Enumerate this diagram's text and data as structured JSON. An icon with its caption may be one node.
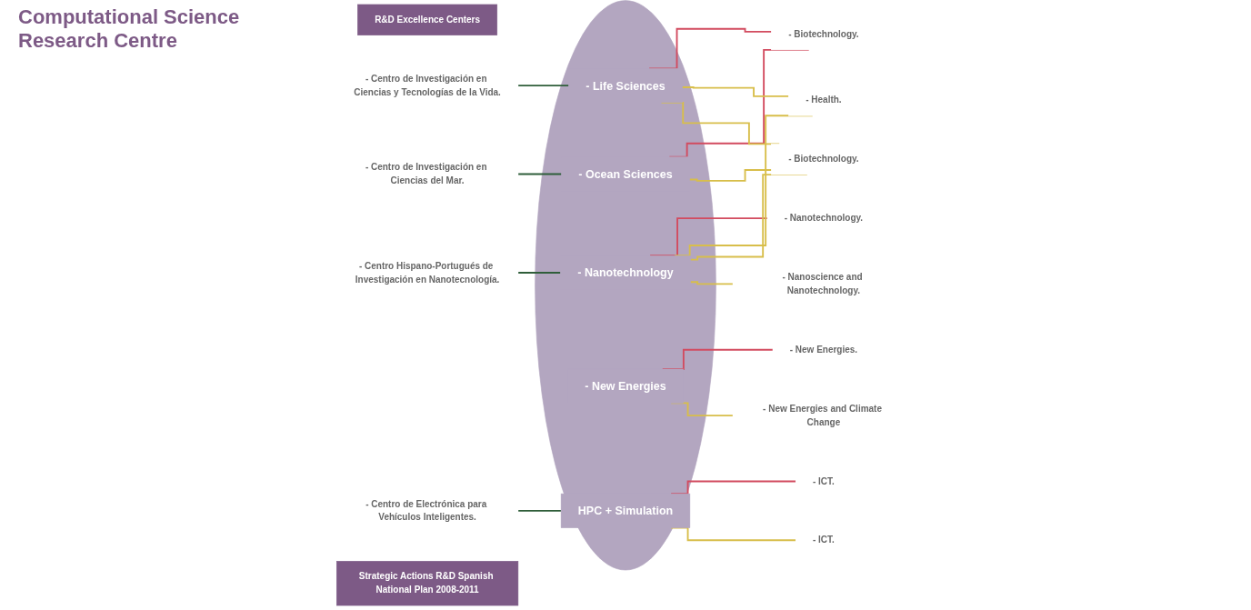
{
  "diagram": {
    "title": "Computational Science Research Centre",
    "nodes": [
      {
        "text": [],
        "shape": "circle"
      },
      {
        "text": [
          "- Life Sciences"
        ],
        "in": 0
      },
      {
        "text": [
          "- Nanotechnology"
        ],
        "in": 0
      },
      {
        "text": [
          "- Ocean Sciences"
        ],
        "in": 0
      },
      {
        "text": [
          "- New Energies"
        ],
        "in": 0
      },
      {
        "text": [
          "HPC + Simulation"
        ],
        "in": 0
      },
      {
        "text": [
          "R&D Excellence Centers"
        ]
      },
      {
        "text": [
          "- Centro de Investigación en Ciencias del Mar."
        ]
      },
      {
        "text": [
          "- Centro de Investigación en Ciencias y Tecnologías de la Vida."
        ]
      },
      {
        "text": [
          "- Centro de Electrónica para Vehículos Inteligentes."
        ]
      },
      {
        "text": [
          "- Centro Hispano-Portugués de Investigación en Nanotecnología."
        ]
      },
      {
        "text": [
          "- Biotechnology."
        ]
      },
      {
        "text": [
          "- Nanotechnology."
        ]
      },
      {
        "text": [
          "- ICT."
        ]
      },
      {
        "text": [
          "- New Energies."
        ]
      },
      {
        "text": [
          "Strategic Actions R&D Spanish National Plan 2008-2011"
        ]
      },
      {
        "text": [
          "- Health."
        ]
      },
      {
        "text": [
          "- Biotechnology."
        ]
      },
      {
        "text": [
          "- New Energies and Climate Change"
        ]
      },
      {
        "text": [
          "- ICT."
        ]
      },
      {
        "text": [
          "- Nanoscience and Nanotechnology."
        ]
      }
    ],
    "edges": [
      {
        "from": 8,
        "to": 1,
        "arrow": "none",
        "color": "#2f5e3a"
      },
      {
        "from": 10,
        "to": 2,
        "arrow": "none",
        "color": "#2f5e3a"
      },
      {
        "from": 7,
        "to": 3,
        "arrow": "none",
        "color": "#2f5e3a"
      },
      {
        "from": 9,
        "to": 5,
        "arrow": "none",
        "color": "#2f5e3a"
      },
      {
        "from": 1,
        "to": 11,
        "arrow": "none",
        "color": "#d24b5f"
      },
      {
        "from": 3,
        "to": 11,
        "arrow": "none",
        "color": "#d24b5f"
      },
      {
        "from": 2,
        "to": 12,
        "arrow": "none",
        "color": "#d24b5f"
      },
      {
        "from": 5,
        "to": 13,
        "arrow": "none",
        "color": "#d24b5f"
      },
      {
        "from": 4,
        "to": 14,
        "arrow": "none",
        "color": "#d24b5f"
      },
      {
        "from": 1,
        "to": 16,
        "arrow": "none"
      },
      {
        "from": 2,
        "to": 16,
        "arrow": "none"
      },
      {
        "from": 1,
        "to": 17,
        "arrow": "none"
      },
      {
        "from": 2,
        "to": 17,
        "arrow": "none"
      },
      {
        "from": 3,
        "to": 17,
        "arrow": "none"
      },
      {
        "from": 2,
        "to": 20,
        "arrow": "none"
      },
      {
        "from": 4,
        "to": 18,
        "arrow": "none"
      },
      {
        "from": 5,
        "to": 19,
        "arrow": "none"
      }
    ]
  }
}
